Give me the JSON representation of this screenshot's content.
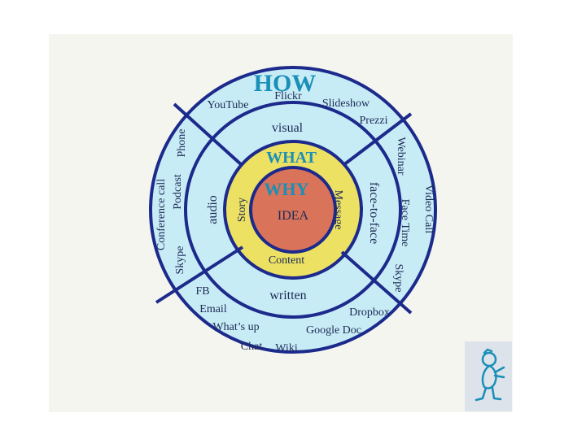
{
  "diagram": {
    "rings": {
      "how_label": "HOW",
      "what_label": "WHAT",
      "why_label": "WHY",
      "center_label": "IDEA"
    },
    "what_ring": {
      "story": "Story",
      "message": "Message",
      "content": "Content"
    },
    "channels": {
      "visual": "visual",
      "audio": "audio",
      "face_to_face": "face-to-face",
      "written": "written"
    },
    "tools": {
      "youtube": "YouTube",
      "flickr": "Flickr",
      "slideshow": "Slideshow",
      "prezzi": "Prezzi",
      "phone": "Phone",
      "podcast": "Podcast",
      "conference_call": "Conference call",
      "skype_left": "Skype",
      "webinar": "Webinar",
      "face_time": "Face Time",
      "skype_right": "Skype",
      "video_call": "Video Call",
      "fb": "FB",
      "email": "Email",
      "whats_up": "What’s up",
      "chat": "Chat",
      "wiki": "Wiki",
      "google_doc": "Google Doc",
      "dropbox": "Dropbox"
    },
    "colors": {
      "ring_fill": "#c8ecf6",
      "ring_stroke": "#1c2a8c",
      "what_fill": "#ede163",
      "why_fill": "#d9735a",
      "handwriting": "#1a8fb8"
    }
  },
  "mascot": {
    "icon": "stick-figure-icon"
  }
}
